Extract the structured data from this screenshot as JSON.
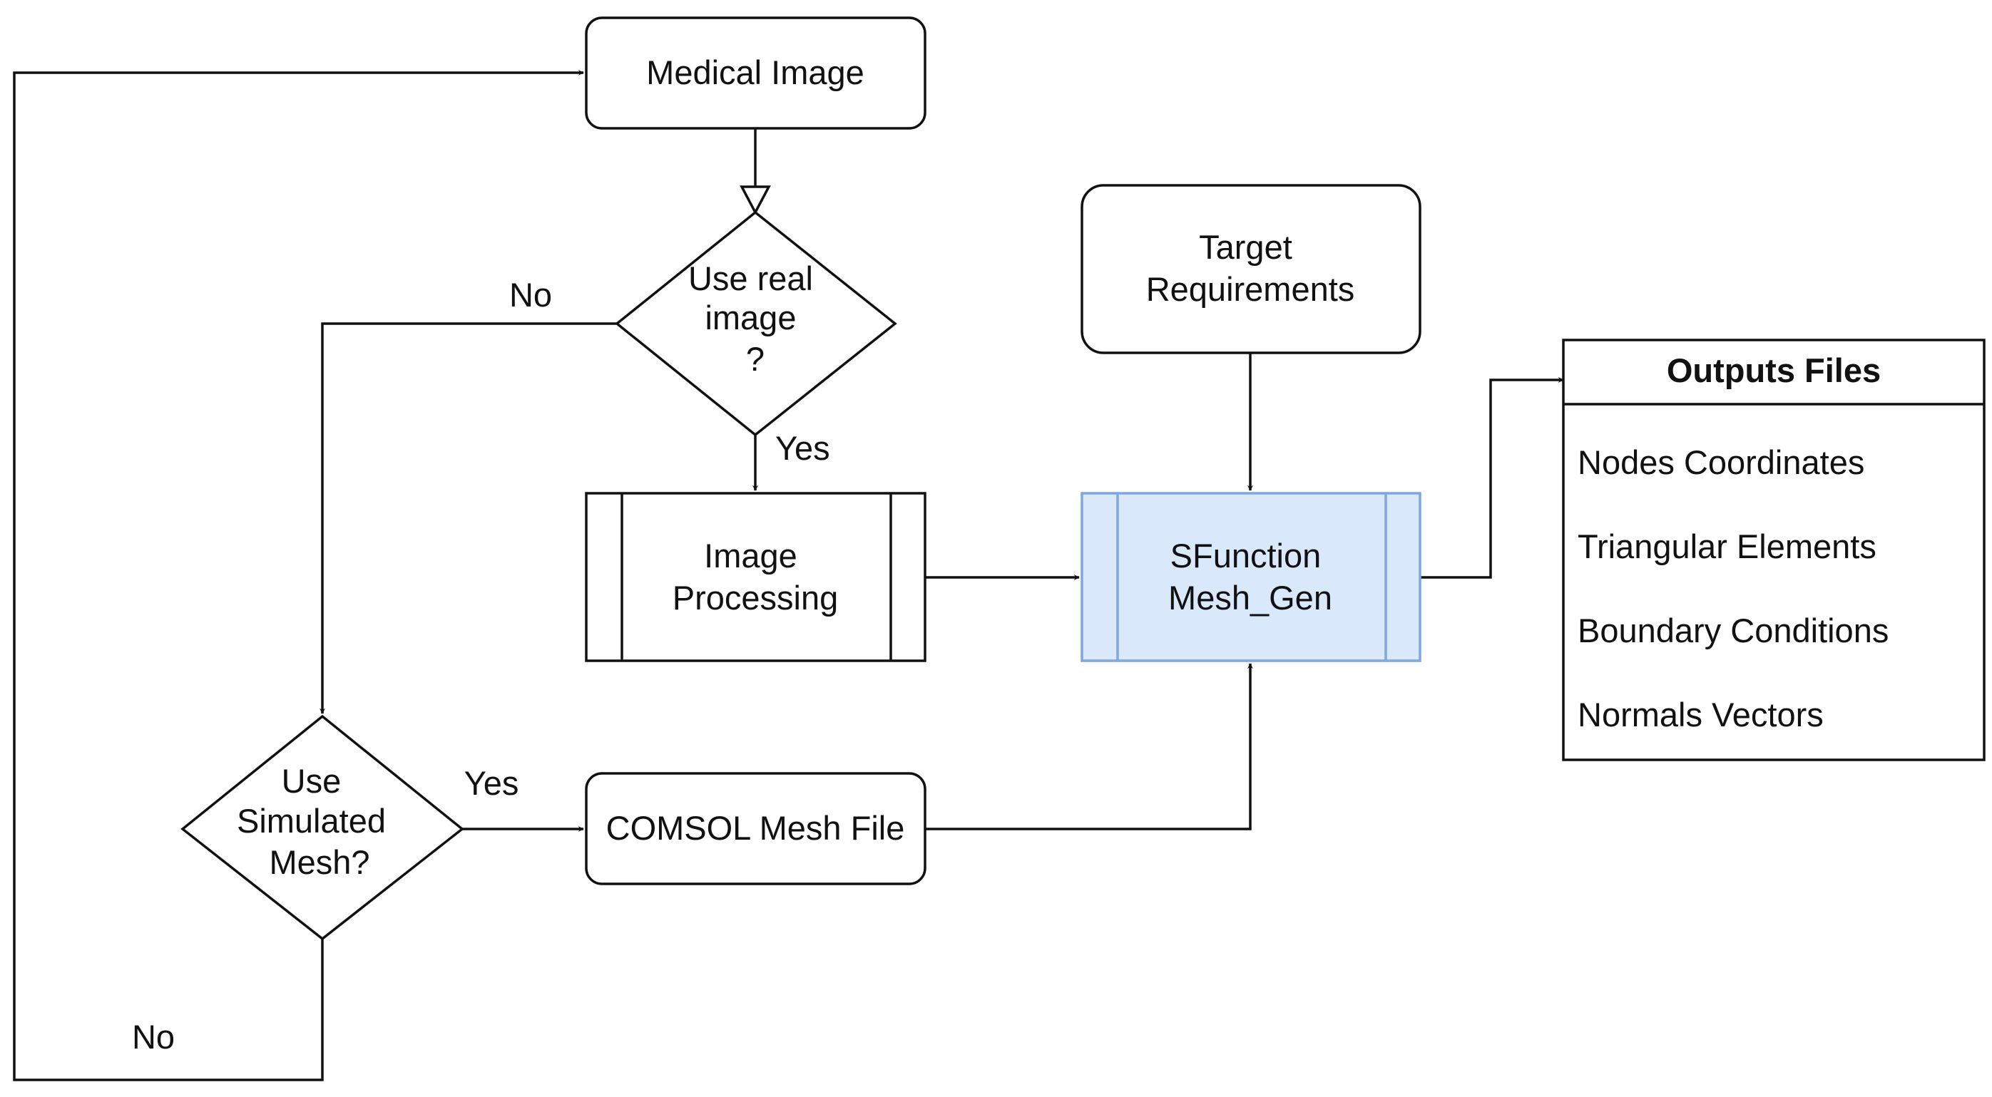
{
  "colors": {
    "line": "#111111",
    "highlight_fill": "#dae8fc",
    "highlight_stroke": "#7ea6e0",
    "background": "#ffffff"
  },
  "nodes": {
    "medical_image": {
      "label": "Medical Image"
    },
    "use_real_image": {
      "lines": [
        "Use real",
        "image",
        "?"
      ]
    },
    "image_processing": {
      "lines": [
        "Image",
        "Processing"
      ]
    },
    "target_requirements": {
      "lines": [
        "Target",
        "Requirements"
      ]
    },
    "sfunction_mesh_gen": {
      "lines": [
        "SFunction",
        "Mesh_Gen"
      ]
    },
    "use_simulated_mesh": {
      "lines": [
        "Use",
        "Simulated",
        "Mesh?"
      ]
    },
    "comsol_mesh_file": {
      "label": "COMSOL Mesh File"
    },
    "outputs_files": {
      "title": "Outputs Files",
      "items": [
        "Nodes Coordinates",
        "Triangular Elements",
        "Boundary Conditions",
        "Normals Vectors"
      ]
    }
  },
  "edge_labels": {
    "real_no": "No",
    "real_yes": "Yes",
    "sim_yes": "Yes",
    "sim_no": "No"
  }
}
